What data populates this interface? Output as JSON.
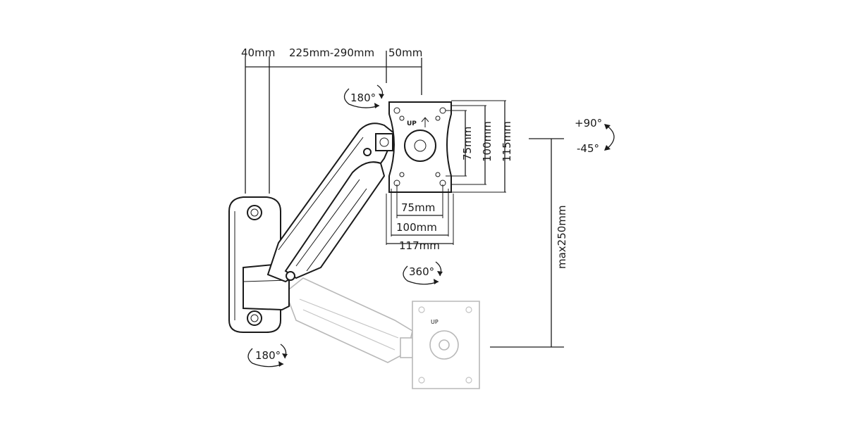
{
  "dimensions": {
    "wall_offset": "40mm",
    "arm_reach": "225mm-290mm",
    "head_offset": "50mm",
    "vesa_v75": "75mm",
    "vesa_v100": "100mm",
    "plate_height": "115mm",
    "vesa_h75": "75mm",
    "vesa_h100": "100mm",
    "plate_width": "117mm",
    "height_adjust": "max250mm"
  },
  "rotations": {
    "head_swivel": "180°",
    "plate_rotation": "360°",
    "wall_swivel": "180°",
    "tilt_up": "+90°",
    "tilt_down": "-45°"
  },
  "plate": {
    "up_marking": "UP"
  },
  "colors": {
    "line": "#1a1a1a",
    "ghost_line": "#b8b8b8",
    "background": "#ffffff"
  }
}
